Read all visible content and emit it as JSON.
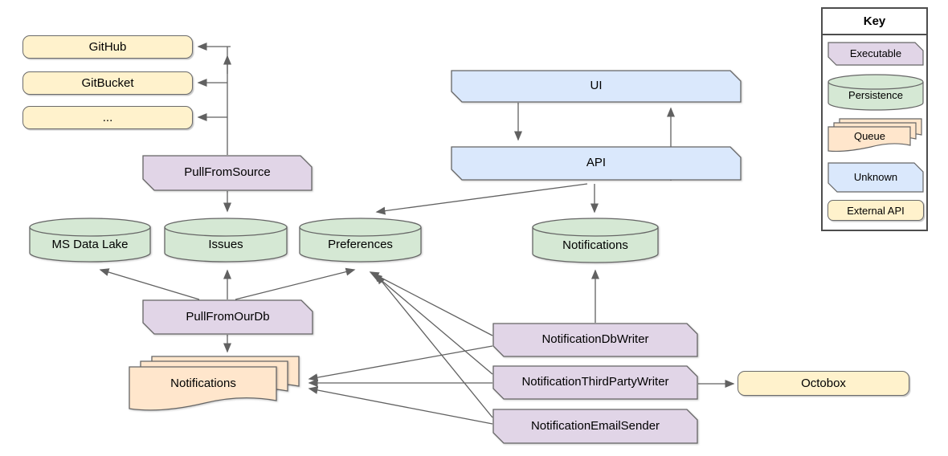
{
  "nodes": {
    "github": {
      "label": "GitHub"
    },
    "gitbucket": {
      "label": "GitBucket"
    },
    "other_sources": {
      "label": "..."
    },
    "pull_from_source": {
      "label": "PullFromSource"
    },
    "ui": {
      "label": "UI"
    },
    "api": {
      "label": "API"
    },
    "ms_data_lake": {
      "label": "MS Data Lake"
    },
    "issues": {
      "label": "Issues"
    },
    "preferences": {
      "label": "Preferences"
    },
    "notifications_db": {
      "label": "Notifications"
    },
    "pull_from_our_db": {
      "label": "PullFromOurDb"
    },
    "notifications_queue": {
      "label": "Notifications"
    },
    "notification_db_writer": {
      "label": "NotificationDbWriter"
    },
    "notification_third_party_writer": {
      "label": "NotificationThirdPartyWriter"
    },
    "notification_email_sender": {
      "label": "NotificationEmailSender"
    },
    "octobox": {
      "label": "Octobox"
    }
  },
  "legend": {
    "title": "Key",
    "items": [
      {
        "label": "Executable",
        "shape": "beveled-box",
        "color": "#e1d5e7"
      },
      {
        "label": "Persistence",
        "shape": "cylinder",
        "color": "#d5e8d4"
      },
      {
        "label": "Queue",
        "shape": "document-stack",
        "color": "#ffe6cc"
      },
      {
        "label": "Unknown",
        "shape": "beveled-box",
        "color": "#dae8fc"
      },
      {
        "label": "External API",
        "shape": "rounded-box",
        "color": "#fff2cc"
      }
    ]
  },
  "colors": {
    "executable_fill": "#e1d5e7",
    "persistence_fill": "#d5e8d4",
    "queue_fill": "#ffe6cc",
    "unknown_fill": "#dae8fc",
    "external_api_fill": "#fff2cc",
    "shape_stroke": "#666666",
    "edge_stroke": "#616161",
    "background": "#ffffff"
  }
}
